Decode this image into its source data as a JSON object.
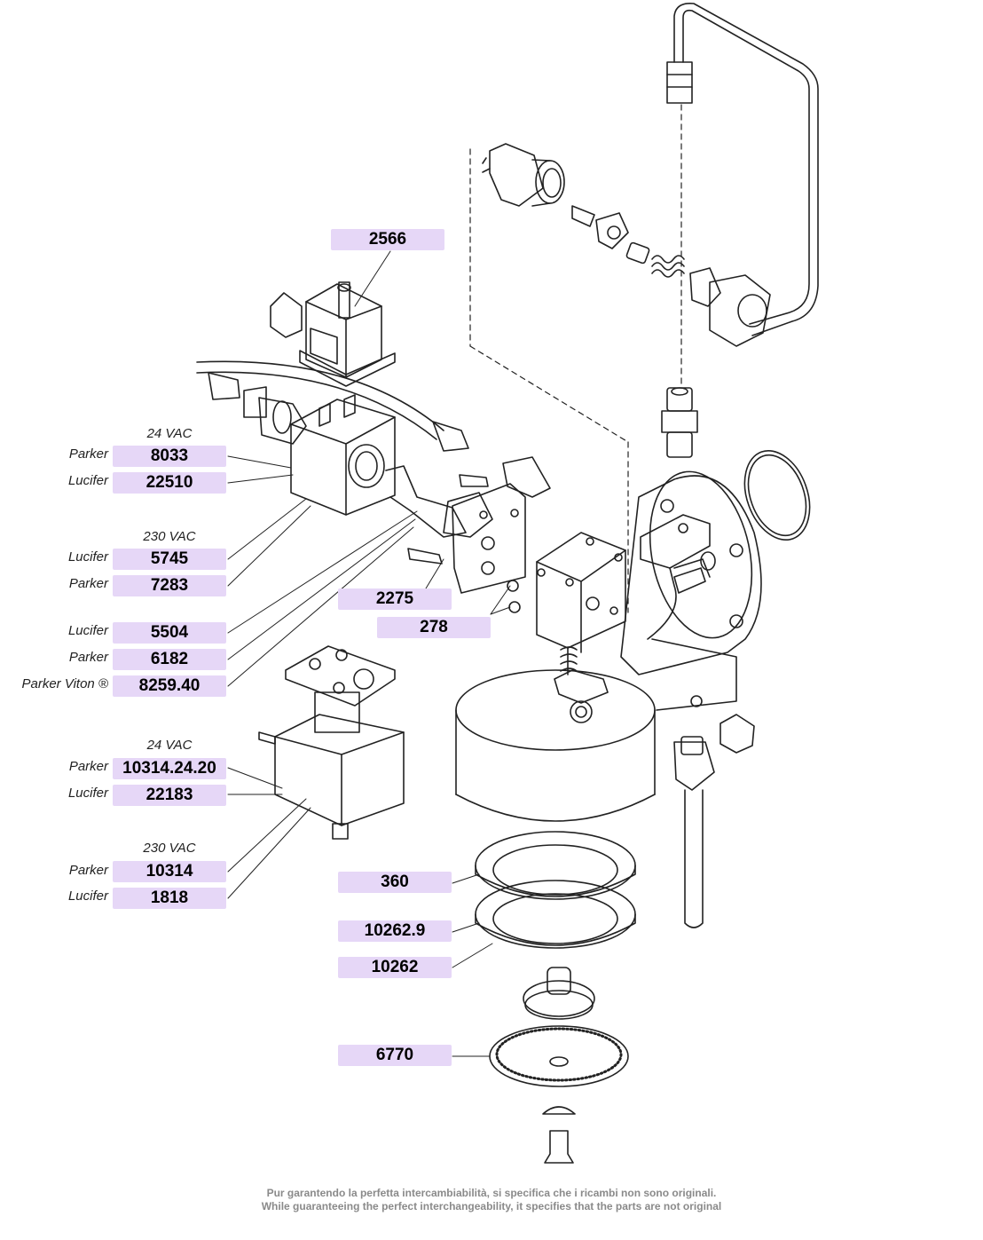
{
  "parts": {
    "p2566": "2566",
    "p8033": "8033",
    "p22510": "22510",
    "p5745": "5745",
    "p7283": "7283",
    "p5504": "5504",
    "p6182": "6182",
    "p825940": "8259.40",
    "p2275": "2275",
    "p278": "278",
    "p103142420": "10314.24.20",
    "p22183": "22183",
    "p10314": "10314",
    "p1818": "1818",
    "p360": "360",
    "p102629": "10262.9",
    "p10262": "10262",
    "p6770": "6770"
  },
  "labels": {
    "vac24_a": "24 VAC",
    "vac230_a": "230 VAC",
    "vac24_b": "24 VAC",
    "vac230_b": "230 VAC",
    "parker": "Parker",
    "lucifer": "Lucifer",
    "parker_viton": "Parker Viton ®"
  },
  "footer": {
    "line1": "Pur garantendo la perfetta intercambiabilità, si specifica che i ricambi non sono originali.",
    "line2": "While guaranteeing the perfect interchangeability, it specifies that the parts are not original"
  },
  "colors": {
    "label_bg": "#e6d7f7",
    "line": "#222222"
  }
}
